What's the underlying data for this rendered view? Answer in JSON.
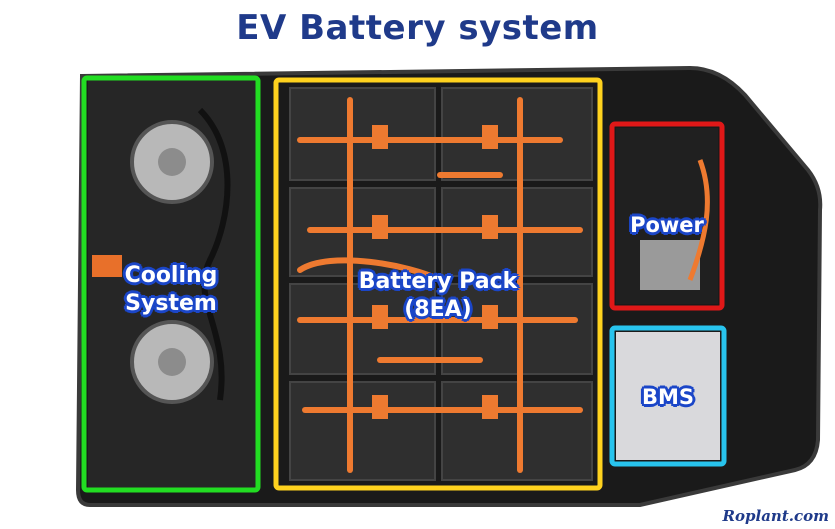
{
  "title": "EV Battery system",
  "regions": {
    "cooling": {
      "line1": "Cooling",
      "line2": "System",
      "color": "#22dd22"
    },
    "battery": {
      "line1": "Battery Pack",
      "line2": "(8EA)",
      "color": "#ffd21e"
    },
    "power": {
      "label": "Power",
      "color": "#e01818"
    },
    "bms": {
      "label": "BMS",
      "color": "#28c4ee"
    }
  },
  "label_color": "#1b46c8",
  "watermark": "Roplant.com"
}
